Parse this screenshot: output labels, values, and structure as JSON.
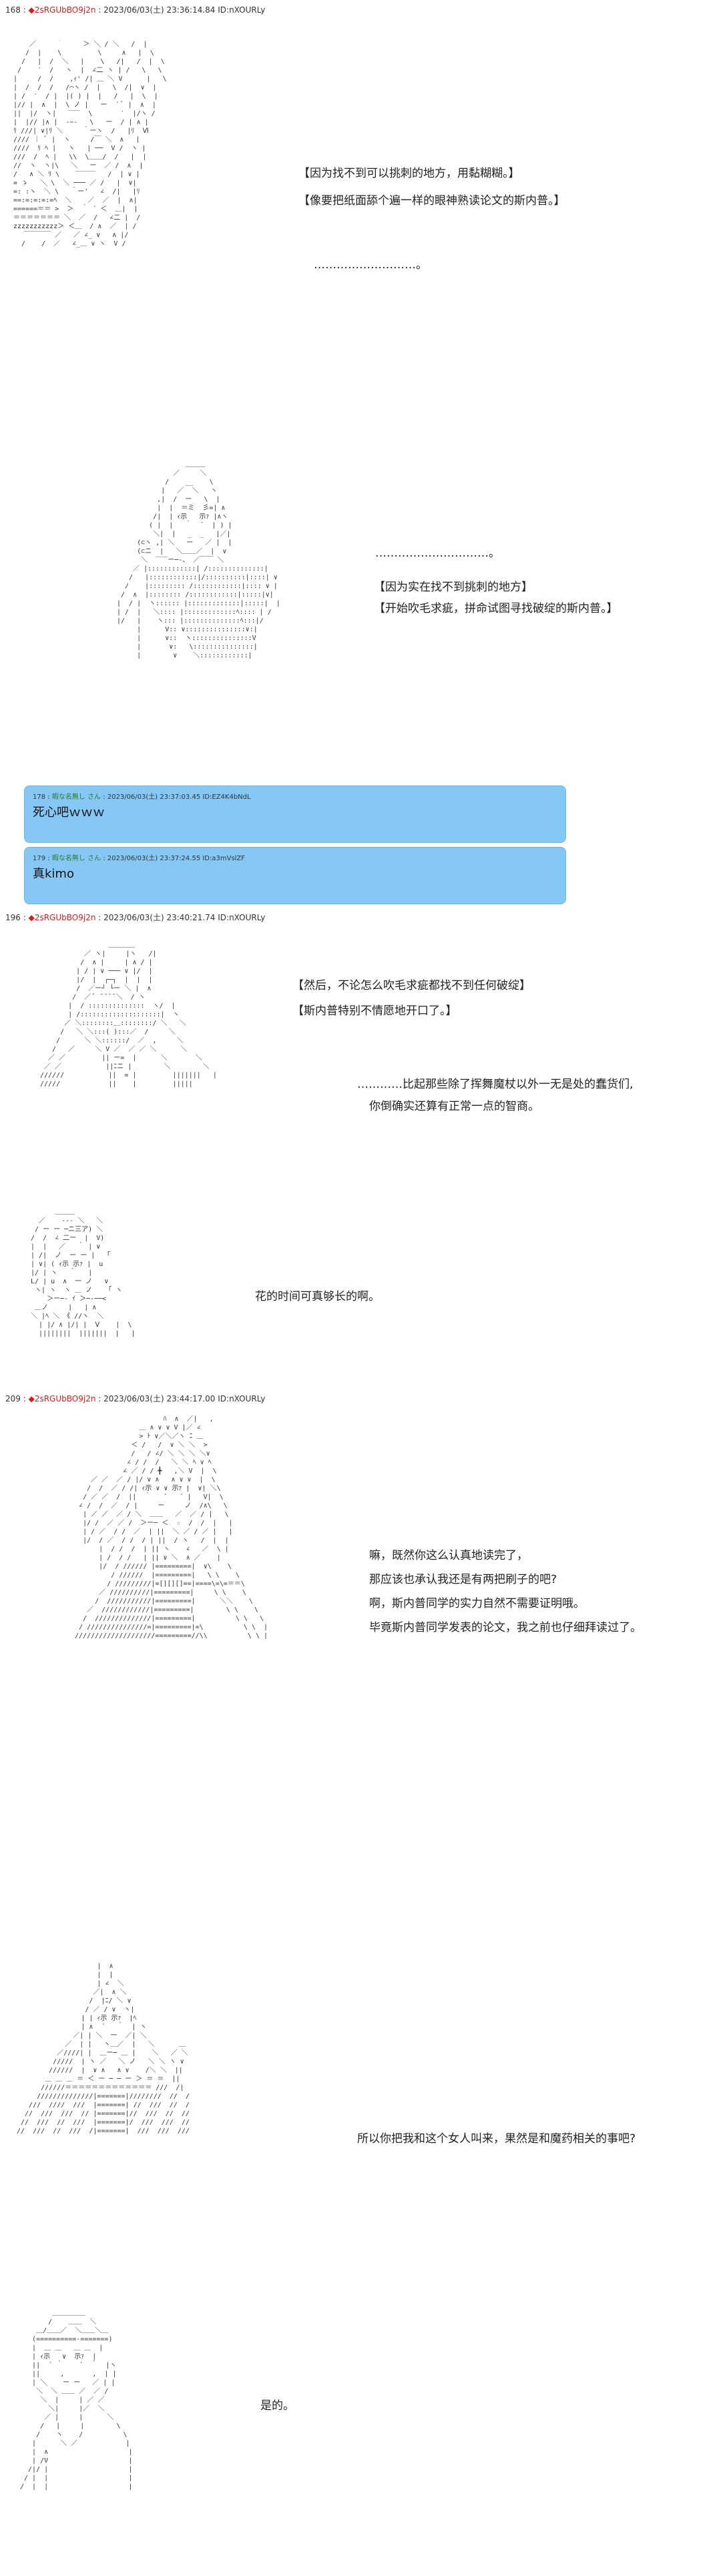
{
  "colors": {
    "reply_bg": "#86c8f5",
    "poster_name": "#d02020",
    "reply_name": "#2a7a2a"
  },
  "posts": [
    {
      "number": "168 :",
      "diamond": "◆",
      "name": "2sRGUbBO9j2n",
      "rest": ": 2023/06/03(土) 23:36:14.84 ID:nXOURLy",
      "dialogs": [
        "【因为找不到可以挑刺的地方，用黏糊糊。】",
        "【像要把纸面舔个遍一样的眼神熟读论文的斯内普。】",
        "………………………。"
      ]
    },
    {
      "dialogs": [
        "…………………………。",
        "【因为实在找不到挑刺的地方】",
        "【开始吹毛求疵，拼命试图寻找破绽的斯内普。】"
      ]
    },
    {
      "number": "196 :",
      "diamond": "◆",
      "name": "2sRGUbBO9j2n",
      "rest": ": 2023/06/03(土) 23:40:21.74 ID:nXOURLy",
      "dialogs": [
        "【然后，不论怎么吹毛求疵都找不到任何破绽】",
        "【斯内普特别不情愿地开口了。】",
        "…………比起那些除了挥舞魔杖以外一无是处的蠢货们,",
        "你倒确实还算有正常一点的智商。",
        "花的时间可真够长的啊。"
      ]
    },
    {
      "number": "209 :",
      "diamond": "◆",
      "name": "2sRGUbBO9j2n",
      "rest": ": 2023/06/03(土) 23:44:17.00 ID:nXOURLy",
      "dialogs": [
        "嘛，既然你这么认真地读完了，",
        "那应该也承认我还是有两把刷子的吧?",
        "啊，斯内普同学的实力自然不需要证明哦。",
        "毕竟斯内普同学发表的论文，我之前也仔细拜读过了。",
        "所以你把我和这个女人叫来，果然是和魔药相关的事吧?",
        "是的。"
      ]
    }
  ],
  "replies": [
    {
      "meta_num": "178 :",
      "meta_name": "暇な名無し さん",
      "meta_rest": ": 2023/06/03(土) 23:37:03.45 ID:EZ4K4bNdL",
      "text": "死心吧ｗｗｗ"
    },
    {
      "meta_num": "179 :",
      "meta_name": "暇な名無し さん",
      "meta_rest": ": 2023/06/03(土) 23:37:24.55 ID:a3mVslZF",
      "text": "真kimo"
    }
  ]
}
